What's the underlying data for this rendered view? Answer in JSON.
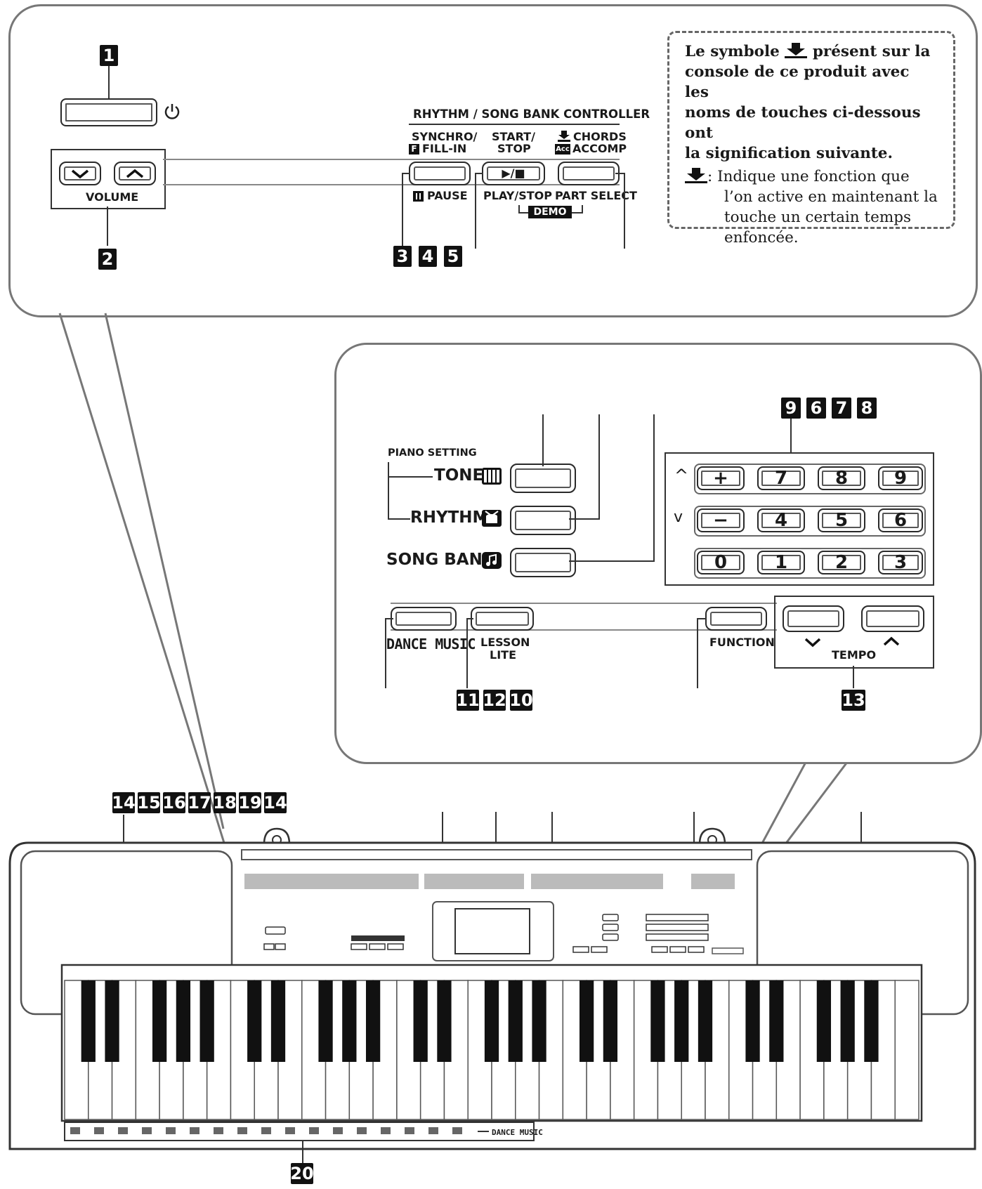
{
  "badges": {
    "b1": "1",
    "b2": "2",
    "b3": "3",
    "b4": "4",
    "b5": "5",
    "b9": "9",
    "b6": "6",
    "b7": "7",
    "b8": "8",
    "b11": "11",
    "b12": "12",
    "b10": "10",
    "b13": "13",
    "bottom": [
      "14",
      "15",
      "16",
      "17",
      "18",
      "19",
      "14"
    ],
    "b20": "20"
  },
  "top_panel": {
    "power_icon": "power-icon",
    "volume_label": "VOLUME",
    "controller_title": "RHYTHM / SONG BANK CONTROLLER",
    "synchro_line1": "SYNCHRO/",
    "synchro_line2": "FILL-IN",
    "synchro_prefix": "F",
    "pause_label": "PAUSE",
    "start_line1": "START/",
    "start_line2": "STOP",
    "play_symbol": "▶/■",
    "play_stop_label": "PLAY/STOP",
    "chords_label": "CHORDS",
    "accomp_label": "ACCOMP",
    "acc_prefix": "Acc",
    "part_select_label": "PART SELECT",
    "demo_label": "DEMO"
  },
  "note": {
    "heading_part1": "Le symbole",
    "heading_part2": "présent sur la",
    "heading_line2": "console de ce produit avec les",
    "heading_line3": "noms de touches ci-dessous ont",
    "heading_line4": "la signification suivante.",
    "def_line1": ": Indique une fonction que",
    "def_line2": "l’on active en maintenant la",
    "def_line3": "touche un certain temps",
    "def_line4": "enfoncée."
  },
  "middle_panel": {
    "piano_setting": "PIANO SETTING",
    "tone": "TONE",
    "rhythm": "RHYTHM",
    "song_bank": "SONG BANK",
    "dance_music": "DANCE MUSIC",
    "lesson_line1": "LESSON",
    "lesson_line2": "LITE",
    "function": "FUNCTION",
    "tempo": "TEMPO",
    "up_caret": "^",
    "down_caret": "v",
    "keypad": [
      [
        "+",
        "7",
        "8",
        "9"
      ],
      [
        "−",
        "4",
        "5",
        "6"
      ],
      [
        "0",
        "1",
        "2",
        "3"
      ]
    ]
  },
  "keyboard": {
    "strip_label": "DANCE MUSIC"
  }
}
